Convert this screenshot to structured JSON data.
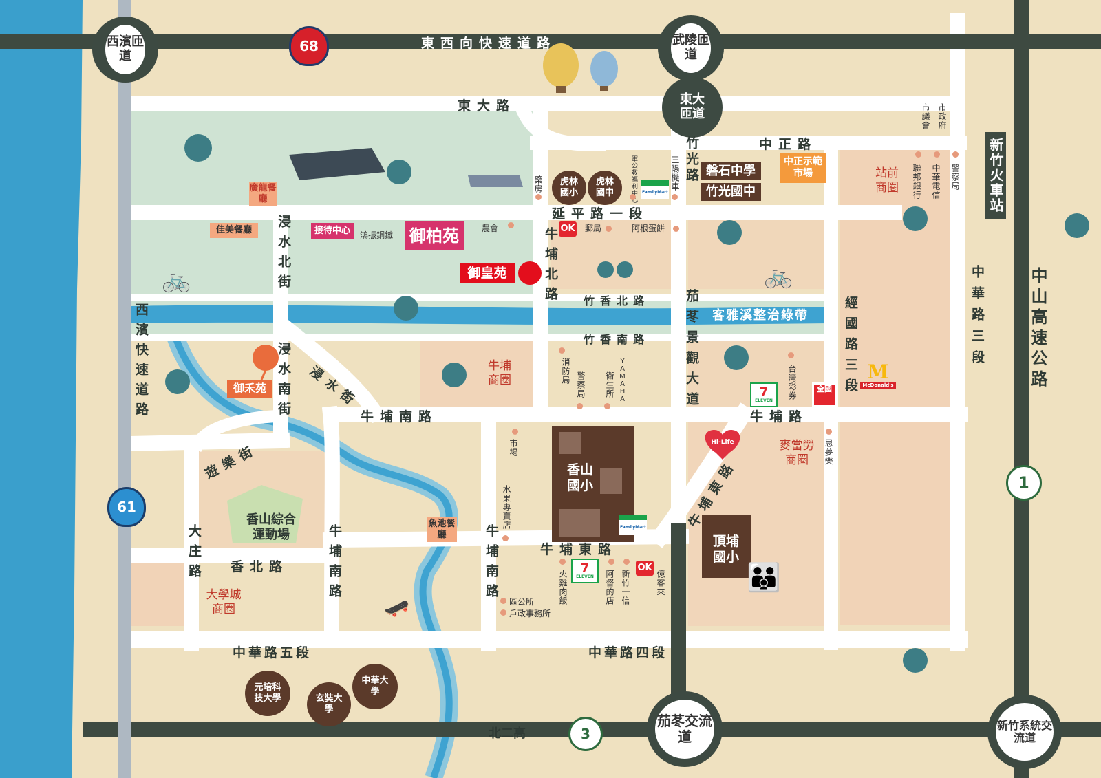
{
  "roads": {
    "dongxi_expressway": "東西向快速道路",
    "dongda": "東大路",
    "zhongzheng": "中正路",
    "yanping": "延平路一段",
    "zhuguang": "竹光路",
    "jinshui_north": "浸水北街",
    "jinshui_south": "浸水南街",
    "jinshui": "浸水街",
    "niupu_north": "牛埔北路",
    "zhuxiang_north": "竹香北路",
    "zhuxiang_south": "竹香南路",
    "kaya_greenbelt": "客雅溪整治綠帶",
    "jiadong_landscape": "茄苳景觀大道",
    "jingguo": "經國路三段",
    "zhonghua3": "中華路三段",
    "zhongshan_fwy": "中山高速公路",
    "xibin_expressway": "西濱快速道路",
    "niupu_south_rd": "牛埔南路",
    "niupu_rd": "牛埔路",
    "youle": "遊樂街",
    "niupu_east_st": "牛埔東路",
    "niupu_east_rd": "牛埔東路",
    "dazhuang": "大庄路",
    "xiangbei": "香北路",
    "niupu_south_a": "牛埔南路",
    "niupu_south_b": "牛埔南路",
    "zhonghua5": "中華路五段",
    "zhonghua4": "中華路四段",
    "beierguo": "北二高"
  },
  "interchanges": {
    "xibin": "西濱匝道",
    "wuling": "武陵匝道",
    "dongda": "東大匝道",
    "jiadong": "茄苳交流道",
    "hsinchu_system": "新竹系統交流道"
  },
  "shields": {
    "r68": "68",
    "r61": "61",
    "r1": "1",
    "r3": "3"
  },
  "station": "新竹火車站",
  "projects": {
    "yubohua": "御柏苑",
    "yuhuangyuan": "御皇苑",
    "yuheyuan": "御禾苑",
    "reception": "接待中心"
  },
  "restaurants": {
    "jiamei": "佳美餐廳",
    "guanglong": "廣龍餐廳",
    "yuchi": "魚池餐廳"
  },
  "zhongzheng_market": "中正示範市場",
  "schools": {
    "panshi": "磐石中學",
    "zhuguang": "竹光國中",
    "hulin_elem": "虎林國小",
    "hulin_junior": "虎林國中",
    "xiangshan_elem": "香山國小",
    "dingpu_elem": "頂埔國小",
    "yuanpei": "元培科技大學",
    "xuanzang": "玄奘大學",
    "chunghua": "中華大學"
  },
  "sports_field": "香山綜合運動場",
  "districts": {
    "zhanqian": "站前商圈",
    "niupu": "牛埔商圈",
    "mcdonalds": "麥當勞商圈",
    "daxuecheng": "大學城商圈"
  },
  "pois": {
    "pharmacy": "藥房",
    "military": "軍公教福利中心",
    "sanyang": "三陽機車",
    "city_council": "市議會",
    "city_gov": "市政府",
    "lianbang": "聯邦銀行",
    "cht": "中華電信",
    "police1": "警察局",
    "hongzhen": "鴻振鋼鐵",
    "nonghui": "農會",
    "post": "郵局",
    "agen": "阿根蛋餅",
    "fire": "消防局",
    "police2": "警察局",
    "health": "衛生所",
    "yamaha": "YAMAHA",
    "lottery": "台灣彩券",
    "simeng": "思夢樂",
    "market": "市場",
    "fruit": "水果專賣店",
    "chicken_rice": "火雞肉飯",
    "adu": "阿督的店",
    "xinzhu_yixin": "新竹一信",
    "yikelai": "億客來",
    "district_office": "區公所",
    "household": "戶政事務所"
  },
  "logos": {
    "ok": "OK",
    "seven": "7",
    "seven_sub": "ELEVEN",
    "family": "FamilyMart",
    "mcd": "McDonald's",
    "hilife": "Hi-Life",
    "quanguo": "全國"
  },
  "colors": {
    "road": "#ffffff",
    "expressway": "#3e4a41",
    "river": "#3ea3d1",
    "sea": "#3a9fcc",
    "park": "#cfe3d3",
    "district": "#f2cdb4",
    "project": "#d6336c",
    "school": "#5b3a2a",
    "tag_orange": "#e96c3c"
  }
}
